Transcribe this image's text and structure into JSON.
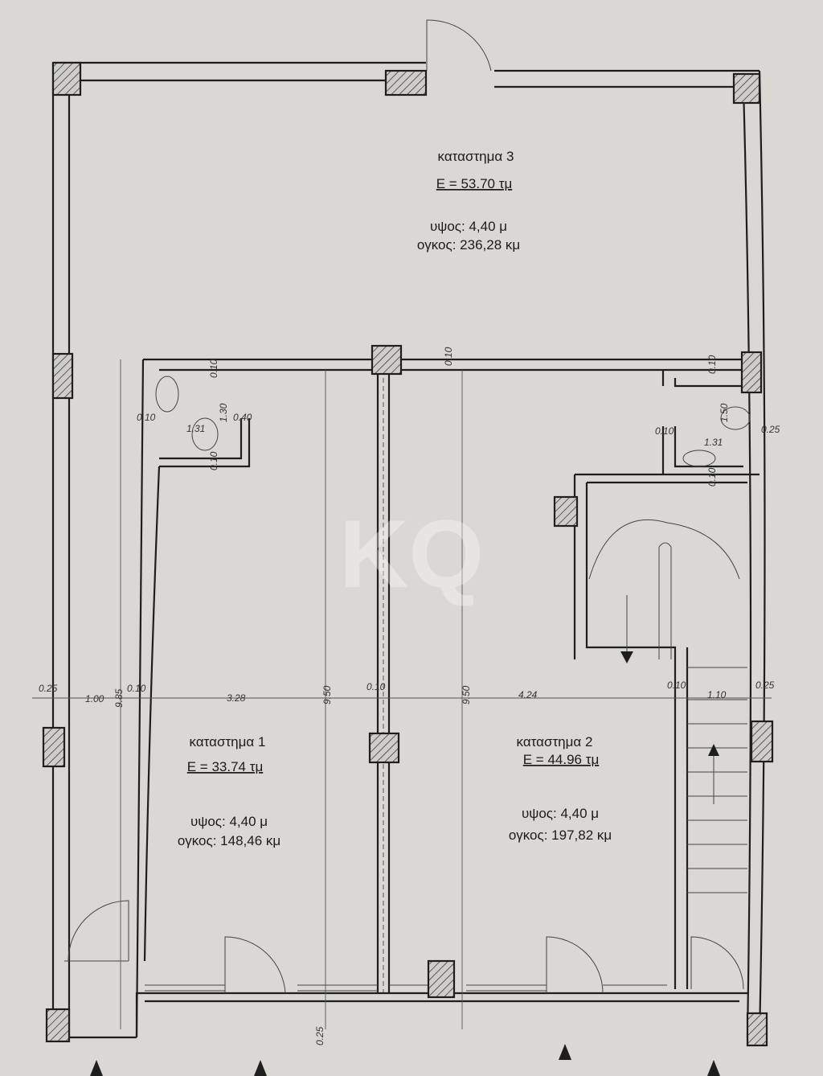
{
  "rooms": [
    {
      "name": "καταστημα 3",
      "area": "E = 53.70 τμ",
      "height": "υψος: 4,40 μ",
      "volume": "ογκος: 236,28 κμ"
    },
    {
      "name": "καταστημα 1",
      "area": "E = 33.74 τμ",
      "height": "υψος: 4,40 μ",
      "volume": "ογκος: 148,46 κμ"
    },
    {
      "name": "καταστημα 2",
      "area": "E = 44.96 τμ",
      "height": "υψος: 4,40 μ",
      "volume": "ογκος: 197,82 κμ"
    }
  ],
  "dimensions": {
    "wc_left": [
      "0.10",
      "1.30",
      "0.10",
      "0.40",
      "1.31",
      "0.10"
    ],
    "wc_right": [
      "0.10",
      "1.50",
      "0.10",
      "1.31",
      "0.25",
      "0.10"
    ],
    "mid_top": "0.10",
    "horizontal": [
      "0.25",
      "1.00",
      "9.85",
      "0.10",
      "3.28",
      "9.50",
      "0.10",
      "9.50",
      "4.24",
      "0.10",
      "1.10",
      "0.25"
    ],
    "bottom": "0.25"
  },
  "watermark": "KQ"
}
